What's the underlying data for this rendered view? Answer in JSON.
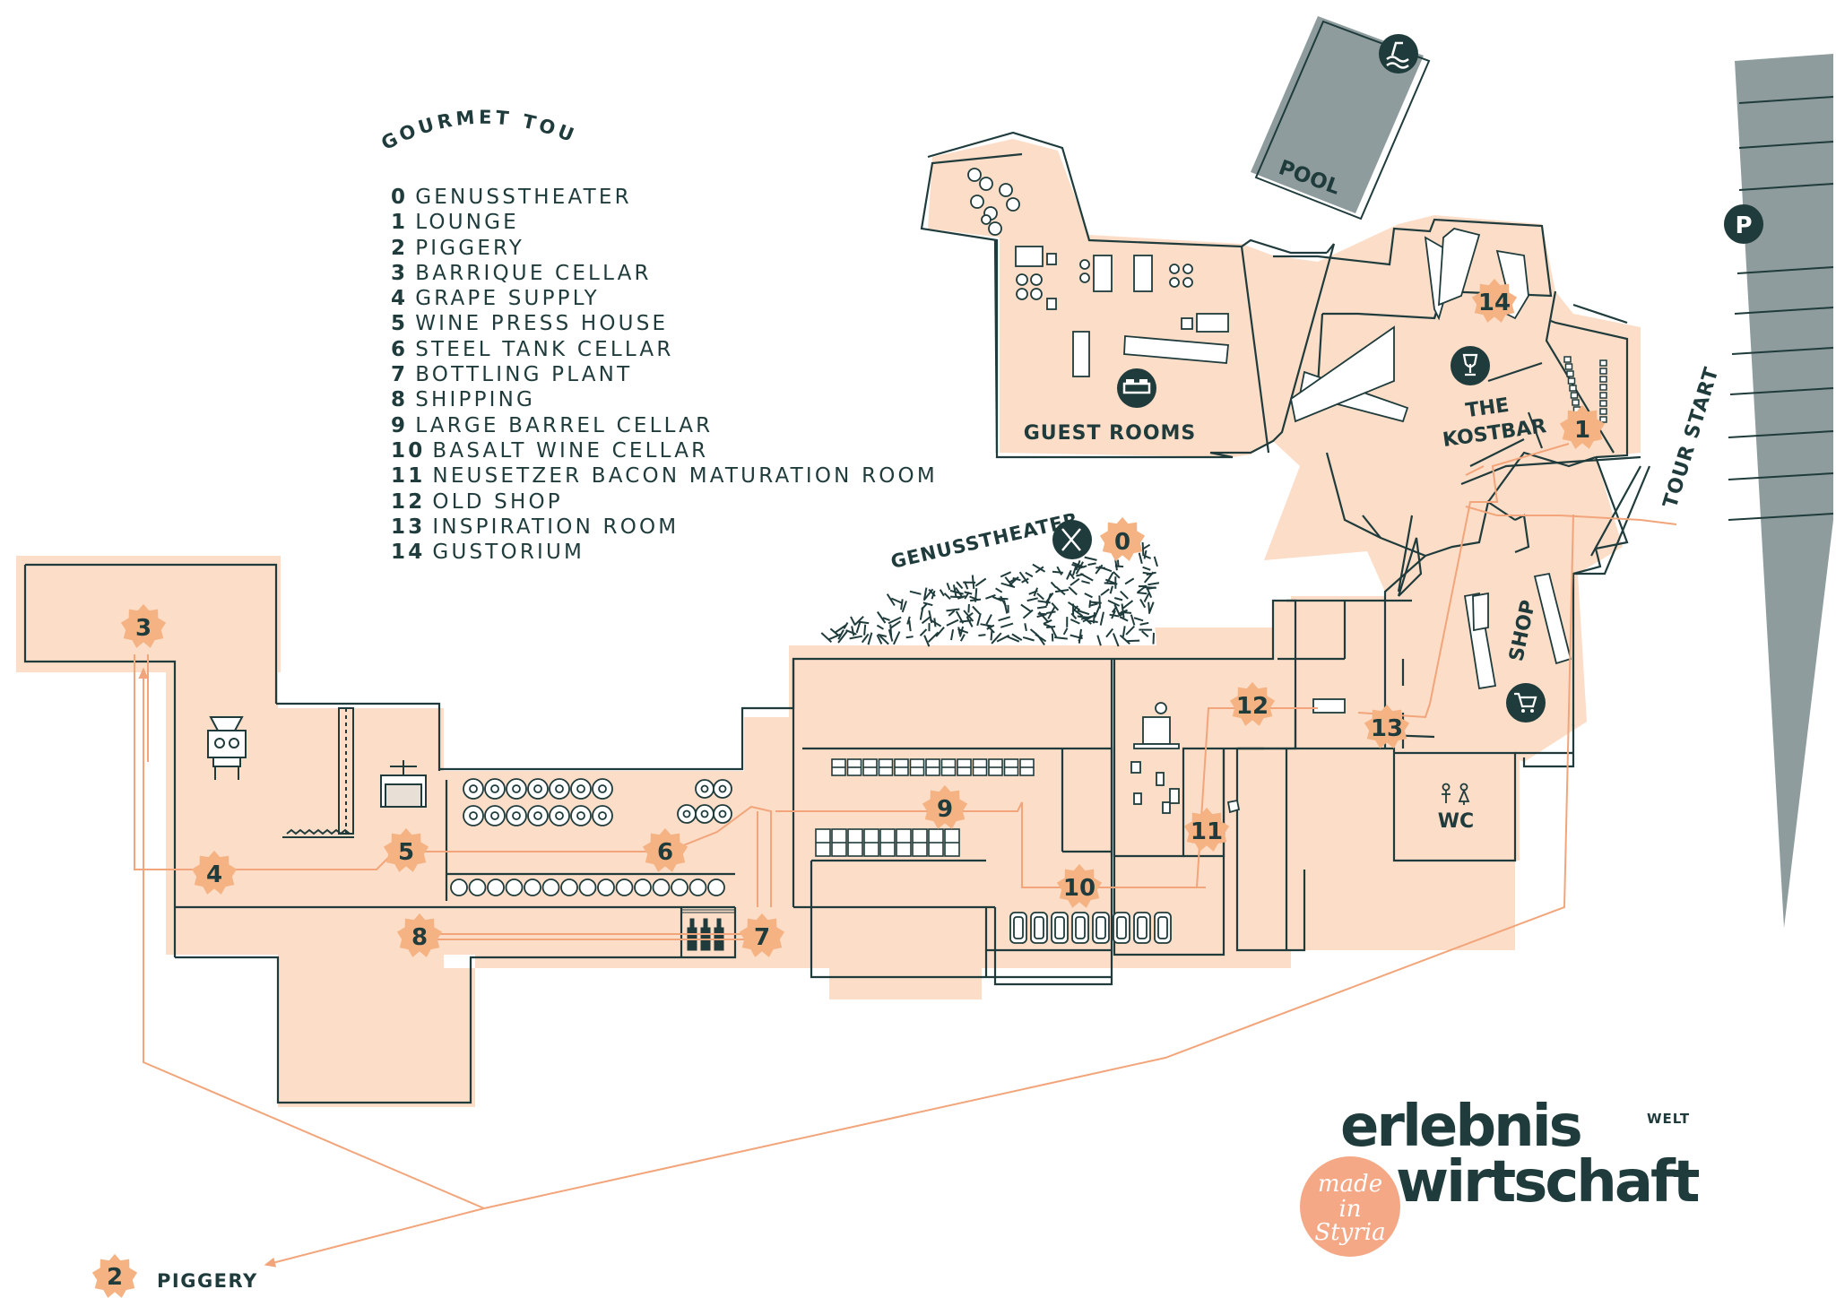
{
  "tour_title": "GOURMET TOUR",
  "legend": [
    {
      "num": "0",
      "label": "GENUSSTHEATER"
    },
    {
      "num": "1",
      "label": "LOUNGE"
    },
    {
      "num": "2",
      "label": "PIGGERY"
    },
    {
      "num": "3",
      "label": "BARRIQUE CELLAR"
    },
    {
      "num": "4",
      "label": "GRAPE SUPPLY"
    },
    {
      "num": "5",
      "label": "WINE PRESS HOUSE"
    },
    {
      "num": "6",
      "label": "STEEL TANK CELLAR"
    },
    {
      "num": "7",
      "label": "BOTTLING PLANT"
    },
    {
      "num": "8",
      "label": "SHIPPING"
    },
    {
      "num": "9",
      "label": "LARGE BARREL CELLAR"
    },
    {
      "num": "10",
      "label": "BASALT WINE CELLAR"
    },
    {
      "num": "11",
      "label": "NEUSETZER BACON MATURATION ROOM"
    },
    {
      "num": "12",
      "label": "OLD SHOP"
    },
    {
      "num": "13",
      "label": "INSPIRATION ROOM"
    },
    {
      "num": "14",
      "label": "GUSTORIUM"
    }
  ],
  "areas": {
    "pool": "POOL",
    "guest_rooms": "GUEST ROOMS",
    "genusstheater": "GENUSSTHEATER",
    "kostbar_line1": "THE",
    "kostbar_line2": "KOSTBAR",
    "tour_start": "TOUR START",
    "shop": "SHOP",
    "wc": "WC",
    "piggery": "PIGGERY"
  },
  "parking": "P",
  "stops": {
    "s0": "0",
    "s1": "1",
    "s2": "2",
    "s3": "3",
    "s4": "4",
    "s5": "5",
    "s6": "6",
    "s7": "7",
    "s8": "8",
    "s9": "9",
    "s10": "10",
    "s11": "11",
    "s12": "12",
    "s13": "13",
    "s14": "14"
  },
  "logo": {
    "line1": "erlebnis",
    "line2": "wirtschaft",
    "welt": "WELT",
    "badge": [
      "made",
      "in",
      "Styria"
    ]
  },
  "colors": {
    "building_fill": "#fcddc8",
    "outline": "#1f3b3b",
    "route": "#f2a57a",
    "marker_fill": "#f5b384",
    "road_grey": "#8e9c9d",
    "dark_teal": "#1f3b3b"
  },
  "icons": {
    "pool": "swimmer-icon",
    "parking": "parking-icon",
    "guest_rooms": "bed-icon",
    "kostbar": "wine-glass-icon",
    "genusstheater": "cutlery-icon",
    "shop": "shopping-cart-icon",
    "wc": "restroom-icon"
  }
}
